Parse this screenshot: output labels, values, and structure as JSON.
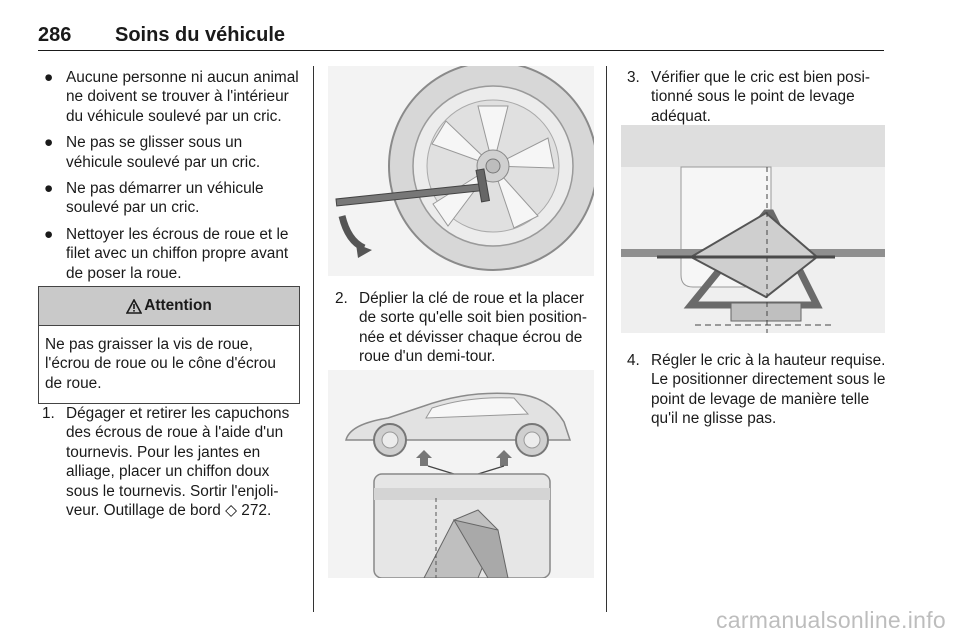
{
  "header": {
    "page_number": "286",
    "title": "Soins du véhicule"
  },
  "left_column": {
    "bullets": [
      "Aucune personne ni aucun animal ne doivent se trouver à l'intérieur du véhicule soulevé par un cric.",
      "Ne pas se glisser sous un véhicule soulevé par un cric.",
      "Ne pas démarrer un véhicule soulevé par un cric.",
      "Nettoyer les écrous de roue et le filet avec un chiffon propre avant de poser la roue."
    ],
    "attention": {
      "icon": "warning-triangle-icon",
      "title": "Attention",
      "text": "Ne pas graisser la vis de roue, l'écrou de roue ou le cône d'écrou de roue."
    },
    "step1": {
      "number": "1.",
      "text": "Dégager et retirer les capuchons des écrous de roue à l'aide d'un tournevis. Pour les jantes en alliage, placer un chiffon doux sous le tournevis. Sortir l'enjoli-veur. Outillage de bord",
      "ref_symbol": "◇",
      "ref_page": "272."
    }
  },
  "middle_column": {
    "step2": {
      "number": "2.",
      "text": "Déplier la clé de roue et la placer de sorte qu'elle soit bien position-née et dévisser chaque écrou de roue d'un demi-tour."
    }
  },
  "right_column": {
    "step3": {
      "number": "3.",
      "text": "Vérifier que le cric est bien posi-tionné sous le point de levage adéquat."
    },
    "step4": {
      "number": "4.",
      "text": "Régler le cric à la hauteur requise. Le positionner directement sous le point de levage de manière telle qu'il ne glisse pas."
    }
  },
  "watermark": "carmanualsonline.info"
}
